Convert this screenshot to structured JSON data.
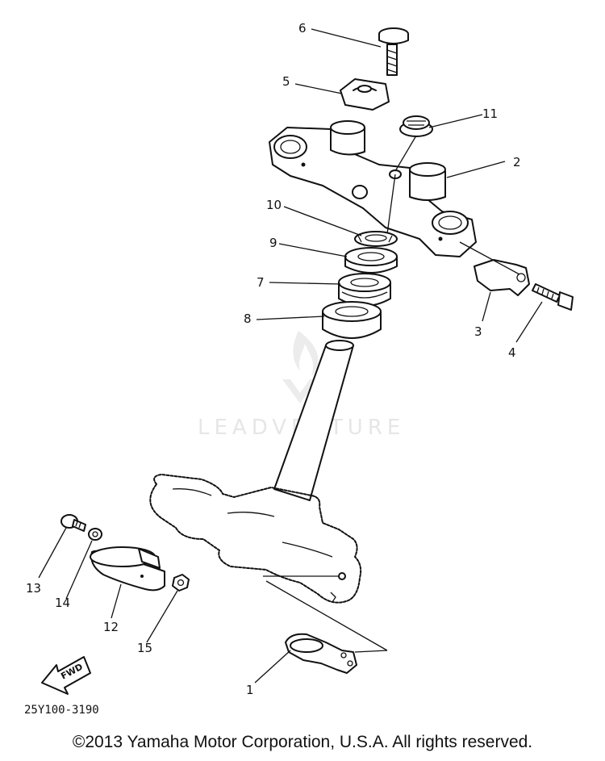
{
  "diagram": {
    "drawing_code": "25Y100-3190",
    "fwd_label": "FWD",
    "watermark": "LEADVENTURE",
    "callouts": [
      "1",
      "2",
      "3",
      "4",
      "5",
      "6",
      "7",
      "8",
      "9",
      "10",
      "11",
      "12",
      "13",
      "14",
      "15"
    ]
  },
  "footer": {
    "copyright": "©2013 Yamaha Motor Corporation, U.S.A. All rights reserved."
  }
}
